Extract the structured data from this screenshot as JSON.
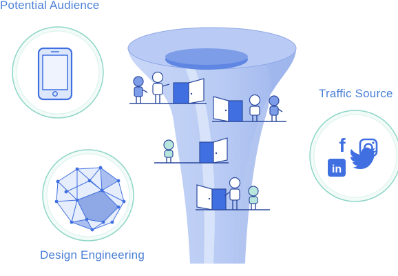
{
  "labels": {
    "potential_audience": "Potential Audience",
    "traffic_source": "Traffic Source",
    "design_engineering": "Design Engineering"
  },
  "icons": {
    "phone": "smartphone-icon",
    "network": "mesh-network-icon",
    "facebook": "facebook-icon",
    "instagram": "instagram-icon",
    "linkedin": "linkedin-icon",
    "twitter": "twitter-icon",
    "funnel": "funnel-illustration",
    "door": "door-icon",
    "person": "person-icon"
  },
  "social_text": {
    "facebook": "f",
    "linkedin": "in"
  },
  "colors": {
    "label_blue": "#4a7fd6",
    "funnel_light": "#c9d7f7",
    "funnel_mid": "#aabff0",
    "funnel_dark": "#8fa8e6",
    "accent_blue": "#3f6fe0",
    "circle_stroke": "#8fd6c7",
    "circle_fill": "#f2fbf8",
    "stroke_dark": "#3a5bb5"
  }
}
